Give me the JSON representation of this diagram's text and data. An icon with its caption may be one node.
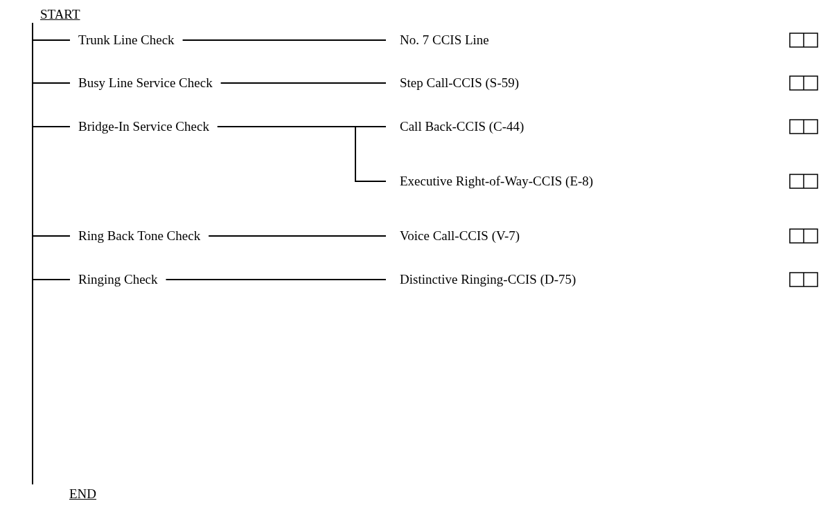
{
  "diagram": {
    "nodes": [
      {
        "text": [
          "START"
        ]
      },
      {
        "text": [
          "Trunk Line Check"
        ]
      },
      {
        "text": [
          "No. 7 CCIS Line"
        ]
      },
      {
        "text": [],
        "shape": "box"
      },
      {
        "text": [
          "Busy Line Service Check"
        ]
      },
      {
        "text": [
          "Step Call-CCIS (S-59)"
        ]
      },
      {
        "text": [],
        "shape": "box"
      },
      {
        "text": [
          "Bridge-In Service Check"
        ]
      },
      {
        "text": [
          "Call Back-CCIS (C-44)"
        ]
      },
      {
        "text": [],
        "shape": "box"
      },
      {
        "text": [
          "Executive Right-of-Way-CCIS (E-8)"
        ]
      },
      {
        "text": [],
        "shape": "box"
      },
      {
        "text": [
          "Ring Back Tone Check"
        ]
      },
      {
        "text": [
          "Voice Call-CCIS (V-7)"
        ]
      },
      {
        "text": [],
        "shape": "box"
      },
      {
        "text": [
          "Ringing Check"
        ]
      },
      {
        "text": [
          "Distinctive Ringing-CCIS (D-75)"
        ]
      },
      {
        "text": [],
        "shape": "box"
      },
      {
        "text": [
          "END"
        ]
      }
    ],
    "edges": [
      {
        "from": 0,
        "to": 18,
        "arrow": "none"
      },
      {
        "from": 0,
        "to": 1,
        "arrow": "none"
      },
      {
        "from": 1,
        "to": 2,
        "arrow": "none"
      },
      {
        "from": 0,
        "to": 4,
        "arrow": "none"
      },
      {
        "from": 4,
        "to": 5,
        "arrow": "none"
      },
      {
        "from": 0,
        "to": 7,
        "arrow": "none"
      },
      {
        "from": 7,
        "to": 8,
        "arrow": "none"
      },
      {
        "from": 7,
        "to": 10,
        "arrow": "none"
      },
      {
        "from": 0,
        "to": 12,
        "arrow": "none"
      },
      {
        "from": 12,
        "to": 13,
        "arrow": "none"
      },
      {
        "from": 0,
        "to": 15,
        "arrow": "none"
      },
      {
        "from": 15,
        "to": 16,
        "arrow": "none"
      }
    ]
  }
}
